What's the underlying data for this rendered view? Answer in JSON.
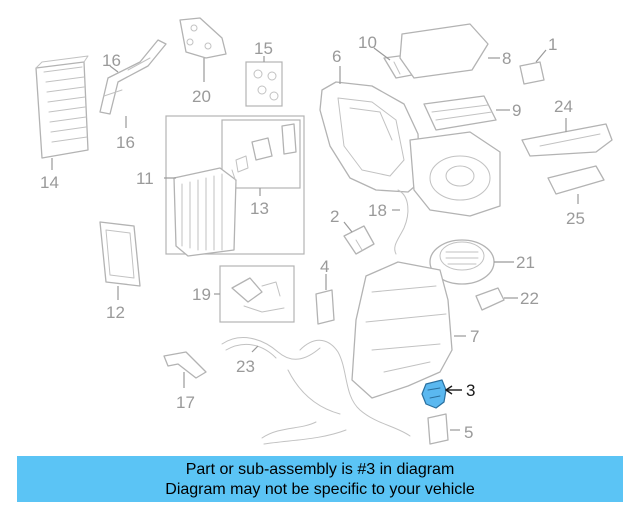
{
  "callouts": [
    "1",
    "2",
    "3",
    "4",
    "5",
    "6",
    "7",
    "8",
    "9",
    "10",
    "11",
    "12",
    "13",
    "14",
    "15",
    "16",
    "16",
    "17",
    "18",
    "19",
    "20",
    "21",
    "22",
    "23",
    "24",
    "25"
  ],
  "highlight_part": "3",
  "banner": {
    "line1": "Part or sub-assembly is #3 in diagram",
    "line2": "Diagram may not be specific to your vehicle"
  },
  "colors": {
    "banner": "#5bc4f5",
    "highlight": "#5ab8f0",
    "linework": "#b3b3b3"
  }
}
